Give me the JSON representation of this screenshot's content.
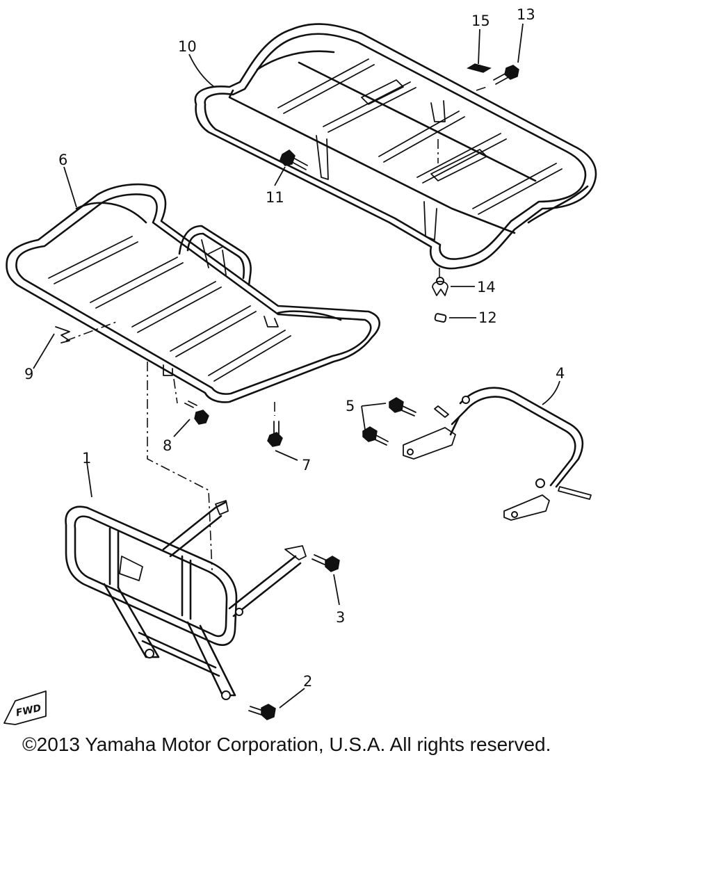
{
  "diagram": {
    "callouts": [
      {
        "id": "1",
        "label": "1"
      },
      {
        "id": "2",
        "label": "2"
      },
      {
        "id": "3",
        "label": "3"
      },
      {
        "id": "4",
        "label": "4"
      },
      {
        "id": "5",
        "label": "5"
      },
      {
        "id": "6",
        "label": "6"
      },
      {
        "id": "7",
        "label": "7"
      },
      {
        "id": "8",
        "label": "8"
      },
      {
        "id": "9",
        "label": "9"
      },
      {
        "id": "10",
        "label": "10"
      },
      {
        "id": "11",
        "label": "11"
      },
      {
        "id": "12",
        "label": "12"
      },
      {
        "id": "13",
        "label": "13"
      },
      {
        "id": "14",
        "label": "14"
      },
      {
        "id": "15",
        "label": "15"
      }
    ],
    "fwd_label": "FWD"
  },
  "footer": {
    "copyright": "©2013 Yamaha Motor Corporation, U.S.A. All rights reserved."
  }
}
